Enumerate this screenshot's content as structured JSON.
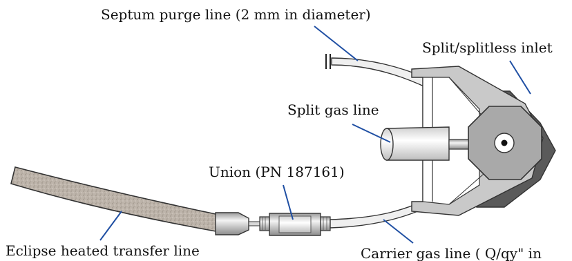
{
  "labels": {
    "septum": "Septum purge line (2 mm in diameter)",
    "split_inlet": "Split/splitless inlet",
    "split_gas": "Split gas line",
    "union": "Union (PN 187161)",
    "transfer": "Eclipse heated transfer line",
    "carrier": "Carrier gas line ( Q/qy\" in"
  },
  "colors": {
    "leader": "#1f4fa3",
    "body_dark": "#555555",
    "body_light": "#c8c8c8",
    "transfer_fill": "#b9b0a6"
  }
}
